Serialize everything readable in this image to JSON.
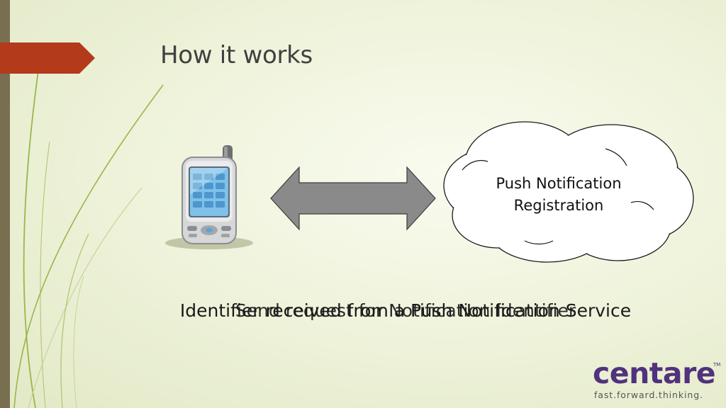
{
  "slide": {
    "title": "How it works"
  },
  "diagram": {
    "cloud_label_line1": "Push Notification",
    "cloud_label_line2": "Registration",
    "caption_behind": "Identifier received from a Push Notification Service",
    "caption_front": "Send request for Notification Identifier",
    "phone_icon": "mobile-phone-icon",
    "arrow_icon": "double-headed-arrow"
  },
  "logo": {
    "wordmark": "centare",
    "trademark": "TM",
    "tagline": "fast.forward.thinking."
  },
  "colors": {
    "left_bar": "#786f50",
    "title_marker": "#b33a1a",
    "decor_lines": "#9ab64a",
    "arrow_fill": "#8a8a8a",
    "brand": "#51327d"
  }
}
